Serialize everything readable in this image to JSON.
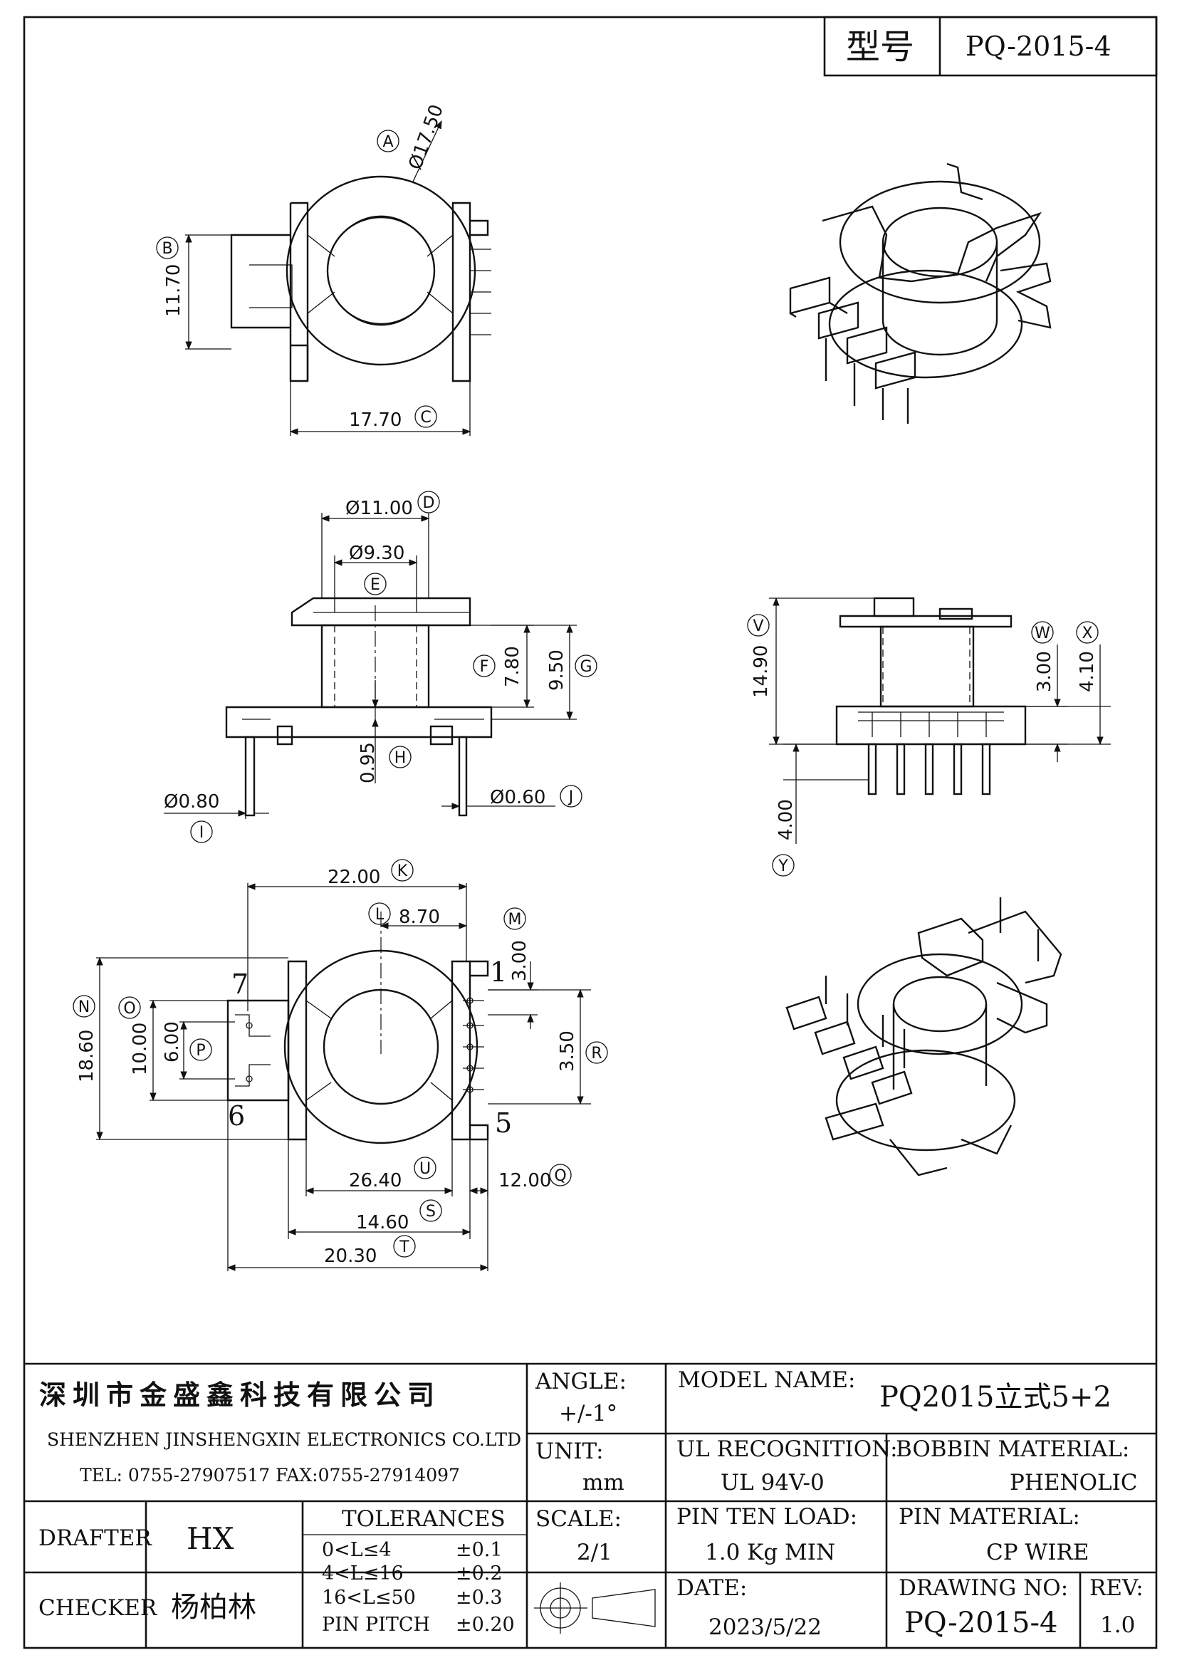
{
  "header": {
    "model_label": "型号",
    "model_no": "PQ-2015-4"
  },
  "views": {
    "top": {
      "dims": [
        {
          "tag": "A",
          "value": "Ø17.50"
        },
        {
          "tag": "B",
          "value": "11.70"
        },
        {
          "tag": "C",
          "value": "17.70"
        }
      ]
    },
    "front": {
      "dims": [
        {
          "tag": "D",
          "value": "Ø11.00"
        },
        {
          "tag": "E",
          "value": "Ø9.30"
        },
        {
          "tag": "F",
          "value": "7.80"
        },
        {
          "tag": "G",
          "value": "9.50"
        },
        {
          "tag": "H",
          "value": "0.95"
        },
        {
          "tag": "I",
          "value": "Ø0.80"
        },
        {
          "tag": "J",
          "value": "Ø0.60"
        }
      ]
    },
    "side": {
      "dims": [
        {
          "tag": "V",
          "value": "14.90"
        },
        {
          "tag": "W",
          "value": "3.00"
        },
        {
          "tag": "X",
          "value": "4.10"
        },
        {
          "tag": "Y",
          "value": "4.00"
        }
      ]
    },
    "bottom": {
      "dims": [
        {
          "tag": "K",
          "value": "22.00"
        },
        {
          "tag": "L",
          "value": "8.70"
        },
        {
          "tag": "M",
          "value": "3.00"
        },
        {
          "tag": "N",
          "value": "18.60"
        },
        {
          "tag": "O",
          "value": "10.00"
        },
        {
          "tag": "P",
          "value": "6.00"
        },
        {
          "tag": "Q",
          "value": "12.00"
        },
        {
          "tag": "R",
          "value": "3.50"
        },
        {
          "tag": "S",
          "value": "14.60"
        },
        {
          "tag": "T",
          "value": "20.30"
        },
        {
          "tag": "U",
          "value": "26.40"
        }
      ],
      "pins": {
        "p1": "1",
        "p5": "5",
        "p6": "6",
        "p7": "7"
      }
    }
  },
  "title_block": {
    "company_cn": "深圳市金盛鑫科技有限公司",
    "company_en": "SHENZHEN JINSHENGXIN ELECTRONICS CO.LTD",
    "contact": "TEL: 0755-27907517   FAX:0755-27914097",
    "angle_label": "ANGLE:",
    "angle_value": "+/-1°",
    "unit_label": "UNIT:",
    "unit_value": "mm",
    "scale_label": "SCALE:",
    "scale_value": "2/1",
    "model_name_label": "MODEL NAME:",
    "model_name_value": "PQ2015立式5+2",
    "ul_label": "UL RECOGNITION:",
    "ul_value": "UL 94V-0",
    "bobbin_label": "BOBBIN MATERIAL:",
    "bobbin_value": "PHENOLIC",
    "pin_load_label": "PIN TEN LOAD:",
    "pin_load_value": "1.0 Kg MIN",
    "pin_material_label": "PIN MATERIAL:",
    "pin_material_value": "CP WIRE",
    "date_label": "DATE:",
    "date_value": "2023/5/22",
    "drawing_no_label": "DRAWING NO:",
    "drawing_no_value": "PQ-2015-4",
    "rev_label": "REV:",
    "rev_value": "1.0",
    "drafter_label": "DRAFTER",
    "drafter_value": "HX",
    "checker_label": "CHECKER",
    "checker_value": "杨柏林",
    "tolerances_title": "TOLERANCES",
    "tolerances": [
      {
        "range": "0<L≤4",
        "value": "±0.1"
      },
      {
        "range": "4<L≤16",
        "value": "±0.2"
      },
      {
        "range": "16<L≤50",
        "value": "±0.3"
      },
      {
        "range": "PIN PITCH",
        "value": "±0.20"
      }
    ]
  }
}
